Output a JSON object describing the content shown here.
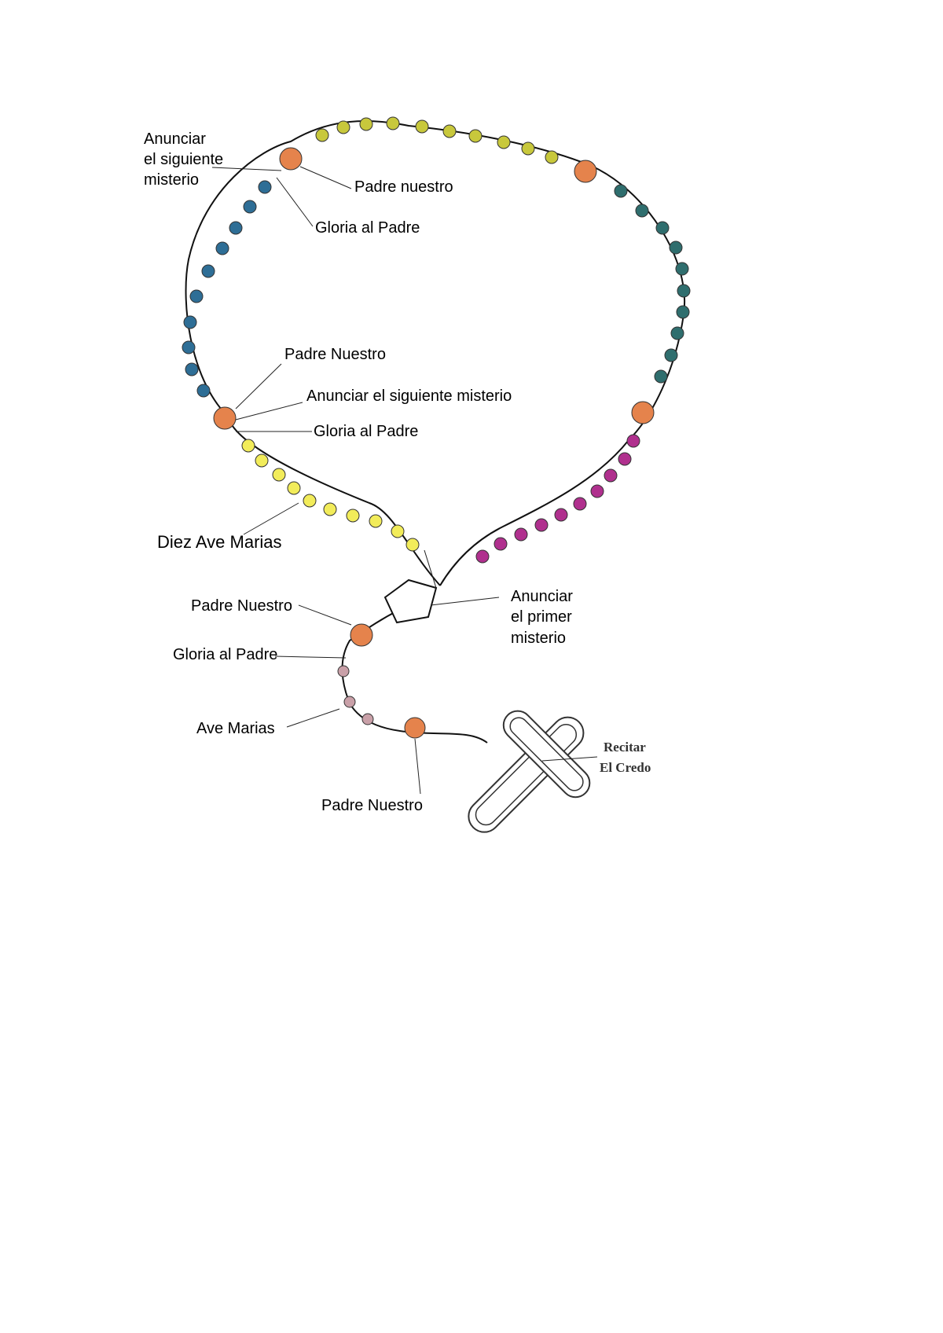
{
  "labels": {
    "top_left_announce": [
      "Anunciar",
      " el siguiente",
      "misterio"
    ],
    "top_padre_nuestro": "Padre nuestro",
    "top_gloria": "Gloria al Padre",
    "mid_padre_nuestro": "Padre Nuestro",
    "mid_announce": "Anunciar el siguiente misterio",
    "mid_gloria": "Gloria al Padre",
    "diez_ave": "Diez Ave Marias",
    "first_mystery": [
      "Anunciar",
      "el primer",
      "misterio"
    ],
    "low_padre_nuestro": "Padre Nuestro",
    "low_gloria": "Gloria al Padre",
    "ave_marias": "Ave Marias",
    "bottom_padre_nuestro": "Padre Nuestro",
    "credo": [
      "Recitar",
      "El Credo"
    ]
  },
  "colors": {
    "olive": "#c8c83c",
    "blue": "#2e6e96",
    "teal": "#2f6e6e",
    "yellow": "#f2ec5a",
    "magenta": "#b0308e",
    "pink": "#c9a0a8",
    "orange": "#e5834c"
  },
  "icons": [
    "cross-icon",
    "centerpiece-icon"
  ]
}
